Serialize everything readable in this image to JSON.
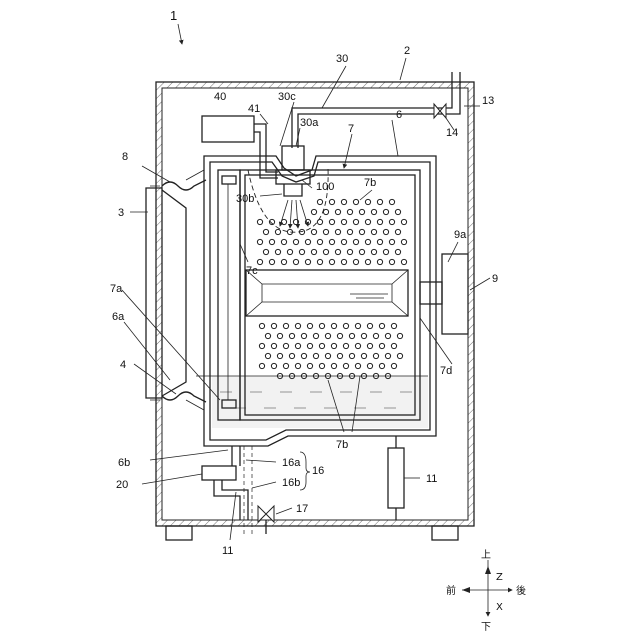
{
  "figure": {
    "assembly_ref": "1",
    "refs": {
      "housing": "2",
      "door": "3",
      "seal_bottom": "4",
      "tub": "6",
      "tub_opening": "6a",
      "tub_bottom": "6b",
      "drum": "7",
      "drum_opening": "7a",
      "drum_holes_top": "7b",
      "drum_holes_bottom": "7b",
      "drum_front": "7c",
      "baffle": "7d",
      "seal_top": "8",
      "motor": "9",
      "motor_shaft": "9a",
      "damper": "11",
      "drain_pipe": "11",
      "water_pipe": "13",
      "valve": "14",
      "drain_assembly": "16",
      "drain_upper": "16a",
      "drain_lower": "16b",
      "drain_valve": "17",
      "pump": "20",
      "nozzle_assembly": "30",
      "nozzle_body": "30a",
      "nozzle_spray": "30b",
      "nozzle_inlet": "30c",
      "detergent_box": "40",
      "detergent_pipe": "41",
      "spray_region": "100"
    },
    "axes": {
      "up": "上",
      "down": "下",
      "front": "前",
      "back": "後",
      "z": "Z",
      "x": "X"
    }
  }
}
